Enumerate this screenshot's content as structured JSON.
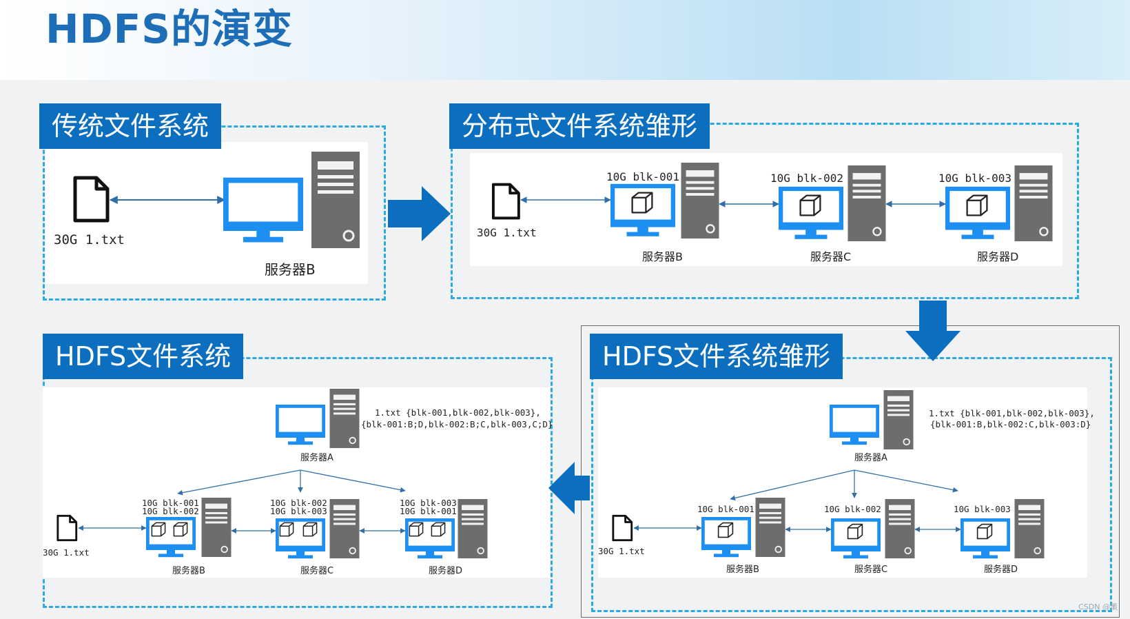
{
  "title": "HDFS的演变",
  "panels": {
    "traditional": {
      "label": "传统文件系统",
      "file_label": "30G 1.txt",
      "server_label": "服务器B"
    },
    "distributed": {
      "label": "分布式文件系统雏形",
      "file_label": "30G 1.txt",
      "servers": [
        {
          "name": "服务器B",
          "block": "10G blk-001"
        },
        {
          "name": "服务器C",
          "block": "10G blk-002"
        },
        {
          "name": "服务器D",
          "block": "10G blk-003"
        }
      ]
    },
    "hdfs_proto": {
      "label": "HDFS文件系统雏形",
      "file_label": "30G 1.txt",
      "meta_line1": "1.txt {blk-001,blk-002,blk-003},",
      "meta_line2": "{blk-001:B,blk-002:C,blk-003:D}",
      "master": "服务器A",
      "servers": [
        {
          "name": "服务器B",
          "block": "10G blk-001"
        },
        {
          "name": "服务器C",
          "block": "10G blk-002"
        },
        {
          "name": "服务器D",
          "block": "10G blk-003"
        }
      ]
    },
    "hdfs": {
      "label": "HDFS文件系统",
      "file_label": "30G 1.txt",
      "meta_line1": "1.txt {blk-001,blk-002,blk-003},",
      "meta_line2": "{blk-001:B;D,blk-002:B;C,blk-003,C;D}",
      "master": "服务器A",
      "servers": [
        {
          "name": "服务器B",
          "block1": "10G blk-001",
          "block2": "10G blk-002"
        },
        {
          "name": "服务器C",
          "block1": "10G blk-002",
          "block2": "10G blk-003"
        },
        {
          "name": "服务器D",
          "block1": "10G blk-003",
          "block2": "10G blk-001"
        }
      ]
    }
  },
  "watermark": "CSDN @策",
  "colors": {
    "label_bg": "#0b6ebf",
    "dash": "#2ba9e1",
    "arrow": "#0b6ebf",
    "monitor": "#1e8ff2",
    "tower": "#6d6d6d"
  }
}
